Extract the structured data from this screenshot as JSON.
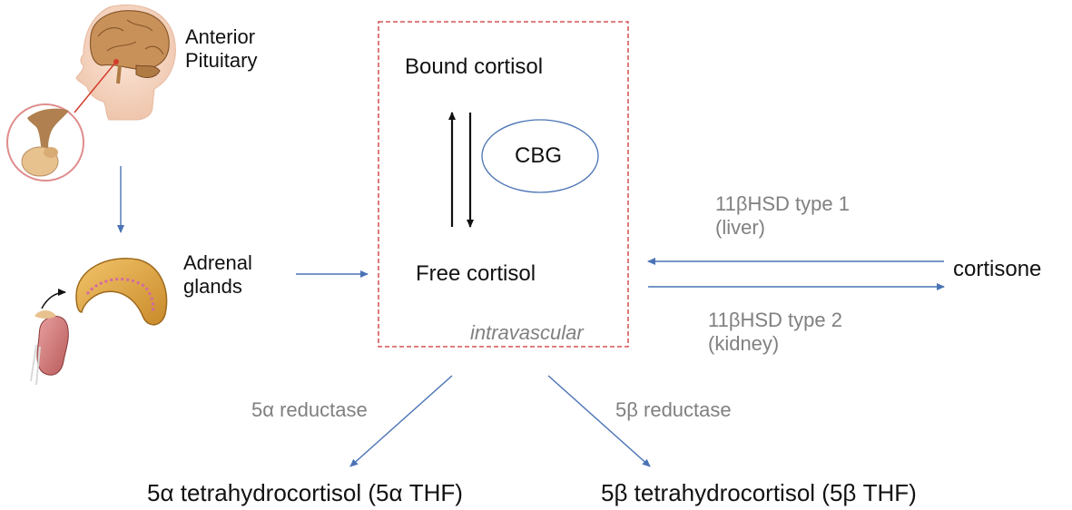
{
  "labels": {
    "anterior_pituitary": [
      "Anterior",
      "Pituitary"
    ],
    "adrenal_glands": [
      "Adrenal",
      "glands"
    ],
    "bound_cortisol": "Bound cortisol",
    "cbg": "CBG",
    "free_cortisol": "Free cortisol",
    "intravascular": "intravascular",
    "hsd_type1": [
      "11βHSD type 1",
      "(liver)"
    ],
    "hsd_type2": [
      "11βHSD type 2",
      "(kidney)"
    ],
    "cortisone": "cortisone",
    "alpha_reductase": "5α reductase",
    "beta_reductase": "5β reductase",
    "alpha_thf": "5α tetrahydrocortisol (5α THF)",
    "beta_thf": "5β tetrahydrocortisol (5β THF)"
  },
  "colors": {
    "arrow_blue": "#4a73b5",
    "box_red_dashed": "#cc3333",
    "cbg_ellipse": "#4a73b5",
    "grey_text": "#808080"
  },
  "icons": [
    "brain-head-icon",
    "pituitary-gland-icon",
    "adrenal-gland-icon",
    "kidney-icon"
  ]
}
